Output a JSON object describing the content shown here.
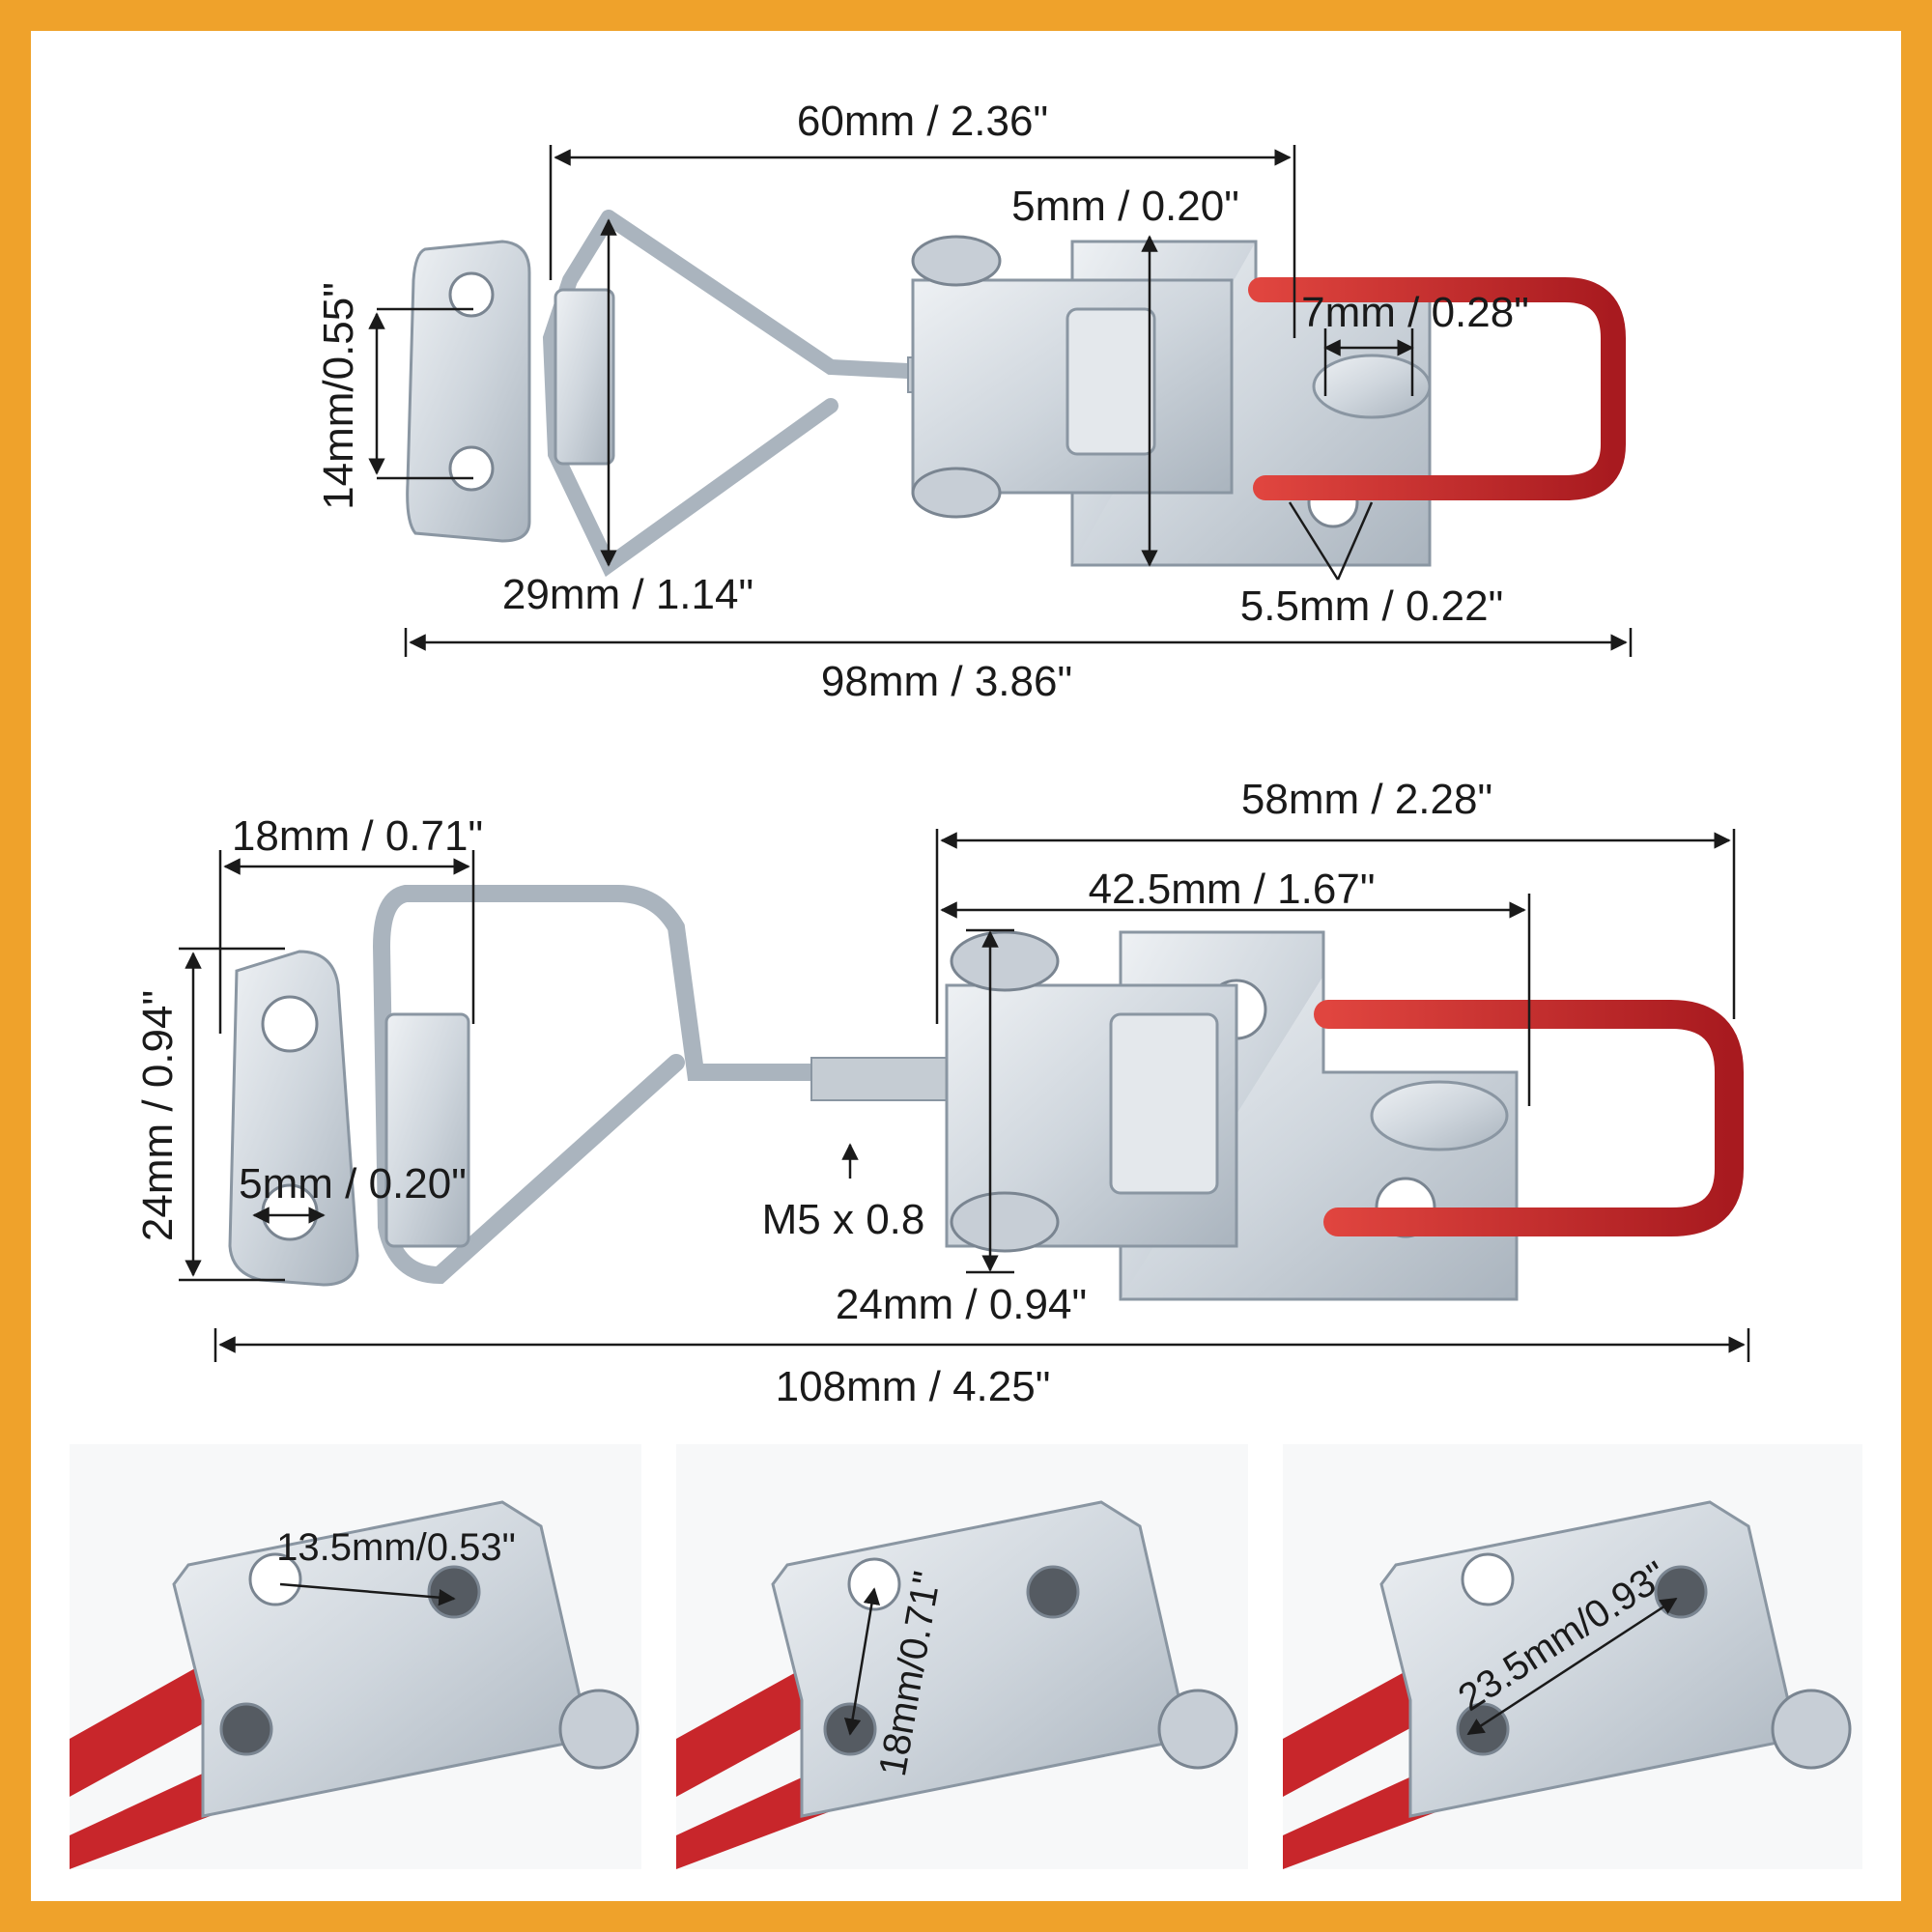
{
  "colors": {
    "border": "#efa22b",
    "metal": "#d7dde3",
    "metal_shadow": "#9aa5b0",
    "handle_red": "#c8262b",
    "line": "#1a1a1a"
  },
  "top_view": {
    "width_60": "60mm / 2.36\"",
    "pin_5": "5mm / 0.20\"",
    "slot_7": "7mm / 0.28\"",
    "hole_14": "14mm/0.55\"",
    "height_29": "29mm / 1.14\"",
    "hole_5_5": "5.5mm / 0.22\"",
    "overall_98": "98mm / 3.86\""
  },
  "bottom_view": {
    "width_58": "58mm / 2.28\"",
    "width_18": "18mm / 0.71\"",
    "width_42_5": "42.5mm / 1.67\"",
    "height_24_left": "24mm / 0.94\"",
    "hole_5": "5mm / 0.20\"",
    "thread": "M5 x 0.8",
    "height_24_mid": "24mm / 0.94\"",
    "overall_108": "108mm / 4.25\""
  },
  "detail_photos": [
    {
      "label": "13.5mm/0.53\""
    },
    {
      "label": "18mm/0.71\""
    },
    {
      "label": "23.5mm/0.93\""
    }
  ]
}
